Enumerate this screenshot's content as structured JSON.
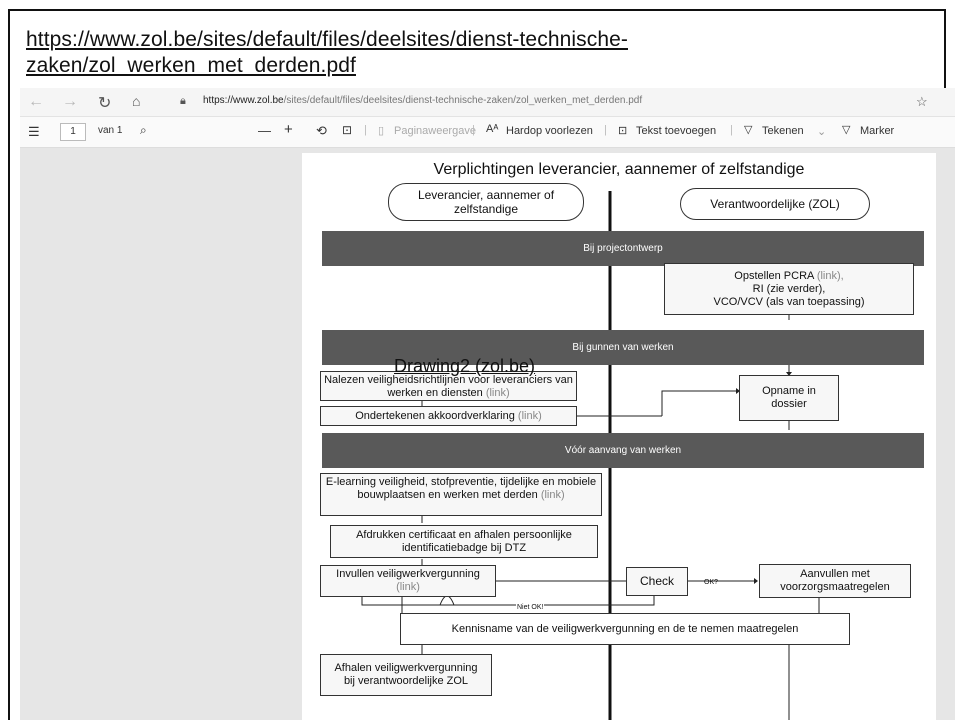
{
  "slide": {
    "link_line1": "https://www.zol.be/sites/default/files/deelsites/dienst-technische-",
    "link_line2": "zaken/zol_werken_met_derden.pdf",
    "overlay_link": "Drawing2 (zol.be)"
  },
  "browser": {
    "url_host": "https://www.zol.be",
    "url_path": "/sites/default/files/deelsites/dienst-technische-zaken/zol_werken_met_derden.pdf",
    "icons": [
      "back-icon",
      "forward-icon",
      "refresh-icon",
      "home-icon",
      "lock-icon",
      "favorite-icon"
    ]
  },
  "pdf_toolbar": {
    "page_number": "1",
    "page_of": "van 1",
    "paginaweergave": "Paginaweergave",
    "hardop": "Hardop voorlezen",
    "tekst": "Tekst toevoegen",
    "tekenen": "Tekenen",
    "markeren": "Marker"
  },
  "diagram": {
    "title": "Verplichtingen leverancier, aannemer of zelfstandige",
    "col_left": "Leverancier, aannemer of zelfstandige",
    "col_right": "Verantwoordelijke (ZOL)",
    "band1": "Bij projectontwerp",
    "band2": "Bij gunnen van werken",
    "band3": "Vóór aanvang van werken",
    "pcra_1": "Opstellen PCRA",
    "pcra_link": "(link),",
    "pcra_2": "RI (zie verder),",
    "pcra_3": "VCO/VCV (als van toepassing)",
    "nalezen": "Nalezen veiligheidsrichtlijnen voor leveranciers van werken en diensten",
    "link": "(link)",
    "ondertekenen": "Ondertekenen akkoordverklaring",
    "opname": "Opname in dossier",
    "elearning": "E-learning veiligheid, stofpreventie, tijdelijke en mobiele bouwplaatsen en werken met derden",
    "afdrukken": "Afdrukken certificaat en afhalen persoonlijke identificatiebadge bij DTZ",
    "invullen": "Invullen veiligwerkvergunning",
    "check": "Check",
    "ok": "OK?",
    "niet_ok": "Niet OK!",
    "aanvullen": "Aanvullen met voorzorgsmaatregelen",
    "kennisname": "Kennisname van de veiligwerkvergunning en de te nemen maatregelen",
    "afhalen": "Afhalen veiligwerkvergunning bij verantwoordelijke ZOL"
  }
}
